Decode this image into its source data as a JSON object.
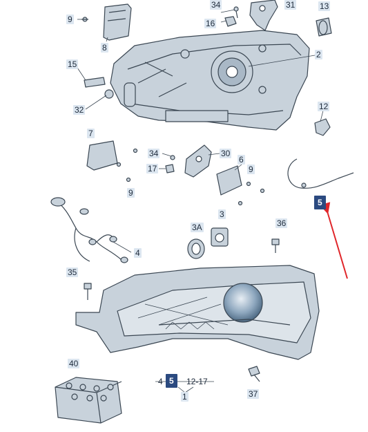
{
  "colors": {
    "part_fill": "#c8d2db",
    "part_stroke": "#3a4652",
    "label_bg": "#dce6f0",
    "highlight_bg": "#2b4a80",
    "arrow": "#e0262a",
    "lens": "#8fa8bf"
  },
  "callouts": {
    "c9a": "9",
    "c8": "8",
    "c34a": "34",
    "c31": "31",
    "c13": "13",
    "c16": "16",
    "c2": "2",
    "c15": "15",
    "c32": "32",
    "c12": "12",
    "c7": "7",
    "c34b": "34",
    "c30": "30",
    "c17": "17",
    "c6": "6",
    "c9b": "9",
    "c9c": "9",
    "c5_highlight": "5",
    "c3": "3",
    "c36": "36",
    "c3a": "3A",
    "c4_harness": "4",
    "c35": "35",
    "c40": "40",
    "c37": "37"
  },
  "assembly": {
    "left": "4",
    "center": "5",
    "right": "12-17",
    "below": "1"
  }
}
